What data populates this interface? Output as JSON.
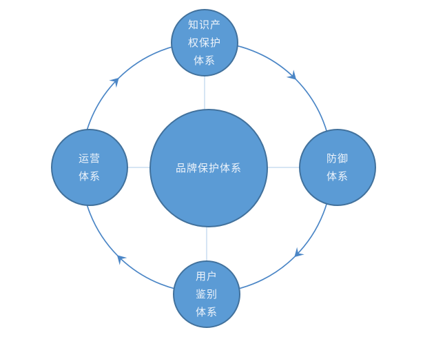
{
  "diagram": {
    "type": "cycle",
    "flow_direction": "clockwise",
    "center_node": {
      "label": "品牌保护体系"
    },
    "nodes": [
      {
        "id": "top",
        "label": "知识产\n权保护\n体系"
      },
      {
        "id": "right",
        "label": "防御\n体系"
      },
      {
        "id": "bottom",
        "label": "用户\n鉴别\n体系"
      },
      {
        "id": "left",
        "label": "运营\n体系"
      }
    ],
    "colors": {
      "node_fill": "#5b9bd5",
      "node_border": "#41719c",
      "arc_stroke": "#4b86c6",
      "connector_stroke": "#aecbe9",
      "label_text": "#edf3fa",
      "background": "#ffffff"
    }
  }
}
